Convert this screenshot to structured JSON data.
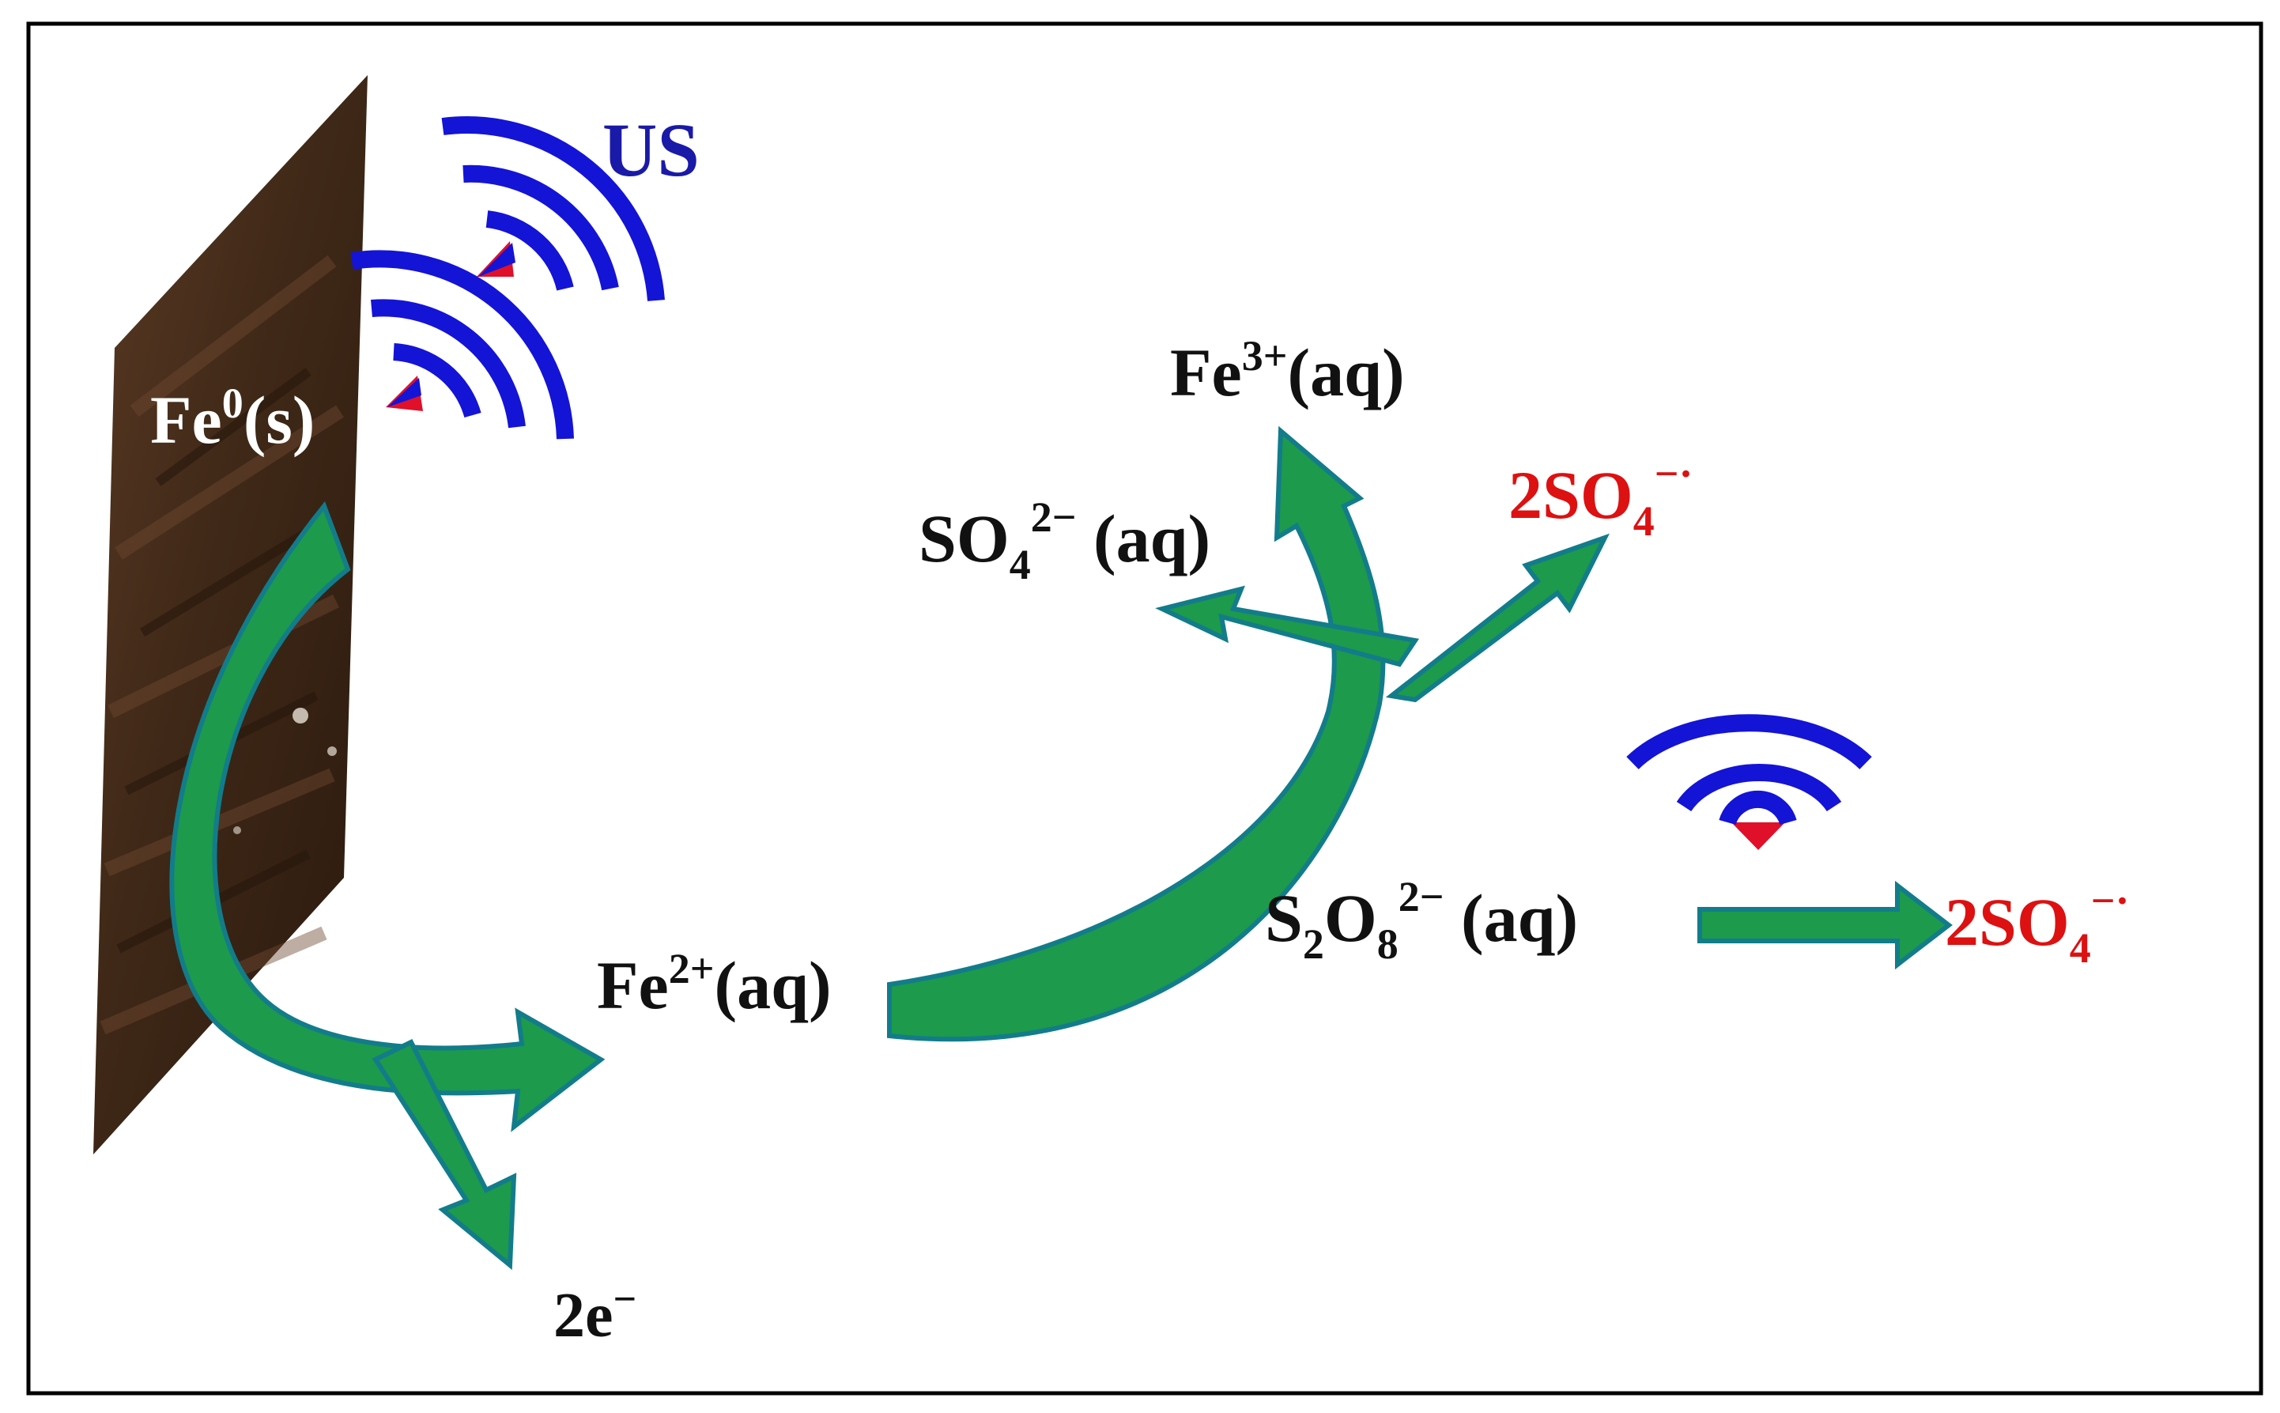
{
  "labels": {
    "us": "US",
    "fe0_main": "Fe",
    "fe0_sup": "0",
    "fe0_tail": "(s)",
    "fe2_main": "Fe",
    "fe2_sup": "2+",
    "fe2_tail": "(aq)",
    "fe3_main": "Fe",
    "fe3_sup": "3+",
    "fe3_tail": "(aq)",
    "so4_main": "SO",
    "so4_sub": "4",
    "so4_sup": "2−",
    "so4_tail": " (aq)",
    "radical_top_main": "2SO",
    "radical_top_sub": "4",
    "radical_top_sup": "−·",
    "s2o8_s": "S",
    "s2o8_s_sub": "2",
    "s2o8_o": "O",
    "s2o8_o_sub": "8",
    "s2o8_sup": "2−",
    "s2o8_tail": " (aq)",
    "radical_right_main": "2SO",
    "radical_right_sub": "4",
    "radical_right_sup": "−·",
    "electrons_main": "2e",
    "electrons_sup": "−"
  },
  "colors": {
    "arrow_green": "#1d9a4c",
    "arrow_edge": "#127c8a",
    "wave_blue": "#1414d6",
    "wave_dot_red": "#e0102a",
    "radical_red": "#dd1111",
    "text_dark": "#111111",
    "text_light": "#ffffff",
    "us_blue": "#1a1aa8",
    "plate_brown": "#4a2f1d",
    "frame": "#000000"
  }
}
